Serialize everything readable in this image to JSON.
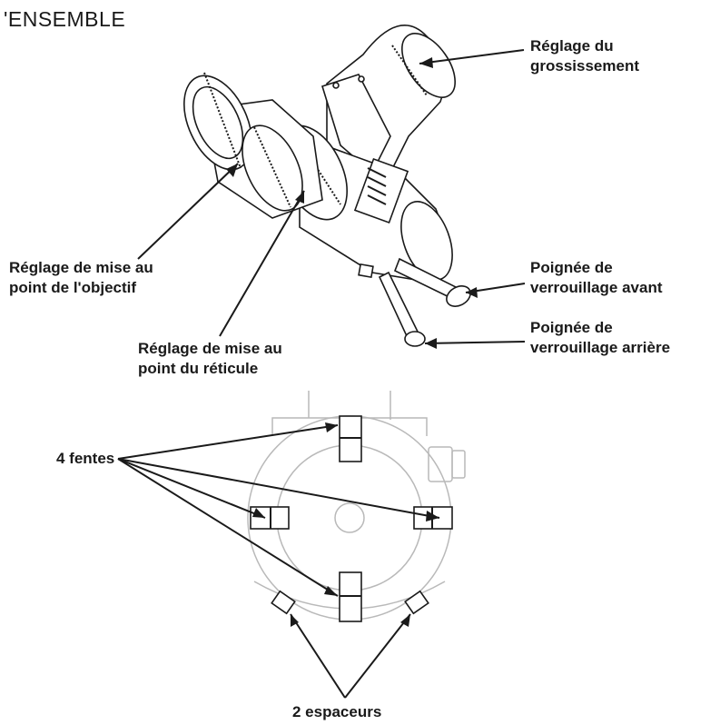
{
  "heading": "'ENSEMBLE",
  "top_callouts": {
    "magnification": [
      "Réglage du",
      "grossissement"
    ],
    "objective_focus": [
      "Réglage de mise au",
      "point de l'objectif"
    ],
    "reticle_focus": [
      "Réglage de mise au",
      "point du réticule"
    ],
    "front_lock": [
      "Poignée de",
      "verrouillage avant"
    ],
    "rear_lock": [
      "Poignée de",
      "verrouillage arrière"
    ]
  },
  "bottom_callouts": {
    "slots": "4 fentes",
    "spacers": "2 espaceurs"
  }
}
